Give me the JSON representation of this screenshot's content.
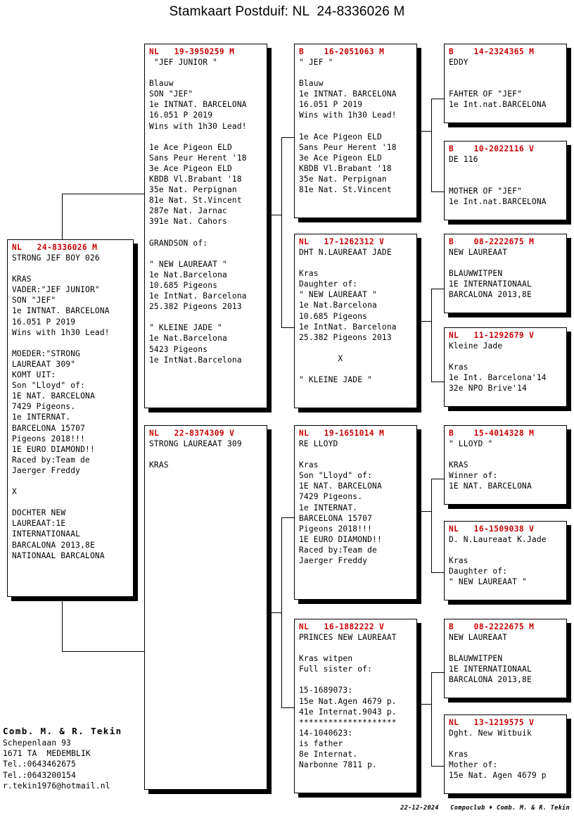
{
  "title": "Stamkaart Postduif: NL  24-8336026 M",
  "subject": {
    "ring": "NL   24-8336026 M",
    "text": "STRONG JEF BOY 026\n\nKRAS\nVADER:\"JEF JUNIOR\"\nSON \"JEF\"\n1e INTNAT. BARCELONA\n16.051 P 2019\nWins with 1h30 Lead!\n\nMOEDER:\"STRONG\nLAUREAAT 309\"\nKOMT UIT:\nSon \"Lloyd\" of:\n1E NAT. BARCELONA\n7429 Pigeons.\n1e INTERNAT.\nBARCELONA 15707\nPigeons 2018!!!\n1E EURO DIAMOND!!\nRaced by:Team de\nJaerger Freddy\n\nX\n\nDOCHTER NEW\nLAUREAAT:1E\nINTERNATIONAAL\nBARCALONA 2013,8E\nNATIONAAL BARCALONA"
  },
  "gen2": [
    {
      "ring": "NL   19-3950259 M",
      "text": " \"JEF JUNIOR \"\n\nBlauw\nSON \"JEF\"\n1e INTNAT. BARCELONA\n16.051 P 2019\nWins with 1h30 Lead!\n\n1e Ace Pigeon ELD\nSans Peur Herent '18\n3e Ace Pigeon ELD\nKBDB Vl.Brabant '18\n35e Nat. Perpignan\n81e Nat. St.Vincent\n287e Nat. Jarnac\n391e Nat. Cahors\n\nGRANDSON of:\n\n\" NEW LAUREAAT \"\n1e Nat.Barcelona\n10.685 Pigeons\n1e IntNat. Barcelona\n25.382 Pigeons 2013\n\n\" KLEINE JADE \"\n1e Nat.Barcelona\n5423 Pigeons\n1e IntNat.Barcelona"
    },
    {
      "ring": "NL   22-8374309 V",
      "text": "STRONG LAUREAAT 309\n\nKRAS"
    }
  ],
  "gen3": [
    {
      "ring": "B    16-2051063 M",
      "text": "\" JEF \"\n\nBlauw\n1e INTNAT. BARCELONA\n16.051 P 2019\nWins with 1h30 Lead!\n\n1e Ace Pigeon ELD\nSans Peur Herent '18\n3e Ace Pigeon ELD\nKBDB Vl.Brabant '18\n35e Nat. Perpignan\n81e Nat. St.Vincent"
    },
    {
      "ring": "NL   17-1262312 V",
      "text": "DHT N.LAUREAAT JADE\n\nKras\nDaughter of:\n\" NEW LAUREAAT \"\n1e Nat.Barcelona\n10.685 Pigeons\n1e IntNat. Barcelona\n25.382 Pigeons 2013\n\n        X\n\n\" KLEINE JADE \""
    },
    {
      "ring": "NL   19-1651014 M",
      "text": "RE LLOYD\n\nKras\nSon \"Lloyd\" of:\n1E NAT. BARCELONA\n7429 Pigeons.\n1e INTERNAT.\nBARCELONA 15707\nPigeons 2018!!!\n1E EURO DIAMOND!!\nRaced by:Team de\nJaerger Freddy"
    },
    {
      "ring": "NL   16-1882222 V",
      "text": "PRINCES NEW LAUREAAT\n\nKras witpen\nFull sister of:\n\n15-1689073:\n15e Nat.Agen 4679 p.\n41e Internat.9043 p.\n********************\n14-1040623:\nis father\n8e Internat.\nNarbonne 7811 p."
    }
  ],
  "gen4": [
    {
      "ring": "B    14-2324365 M",
      "text": "EDDY\n\n\nFAHTER OF \"JEF\"\n1e Int.nat.BARCELONA"
    },
    {
      "ring": "B    10-2022116 V",
      "text": "DE 116\n\n\nMOTHER OF \"JEF\"\n1e Int.nat.BARCELONA"
    },
    {
      "ring": "B    08-2222675 M",
      "text": "NEW LAUREAAT\n\nBLAUWWITPEN\n1E INTERNATIONAAL\nBARCALONA 2013,8E"
    },
    {
      "ring": "NL   11-1292679 V",
      "text": "Kleine Jade\n\nKras\n1e Int. Barcelona'14\n32e NPO Brive'14"
    },
    {
      "ring": "B    15-4014328 M",
      "text": "\" LLOYD \"\n\nKRAS\nWinner of:\n1E NAT. BARCELONA"
    },
    {
      "ring": "NL   16-1509038 V",
      "text": "D. N.Laureaat K.Jade\n\nKras\nDaughter of:\n\" NEW LAUREAAT \""
    },
    {
      "ring": "B    08-2222675 M",
      "text": "NEW LAUREAAT\n\nBLAUWWITPEN\n1E INTERNATIONAAL\nBARCALONA 2013,8E"
    },
    {
      "ring": "NL   13-1219575 V",
      "text": "Dght. New Witbuik\n\nKras\nMother of:\n15e Nat. Agen 4679 p"
    }
  ],
  "owner": {
    "name": "Comb. M. & R. Tekin",
    "lines": [
      "Schepenlaan 93",
      "1671 TA  MEDEMBLIK",
      "Tel.:0643462675",
      "Tel.:0643200154",
      "r.tekin1976@hotmail.nl"
    ]
  },
  "credit": "22-12-2024   Compuclub ♦ Comb. M. & R. Tekin",
  "colors": {
    "ring_red": "#cc0000",
    "ink": "#000000",
    "paper": "#ffffff"
  }
}
